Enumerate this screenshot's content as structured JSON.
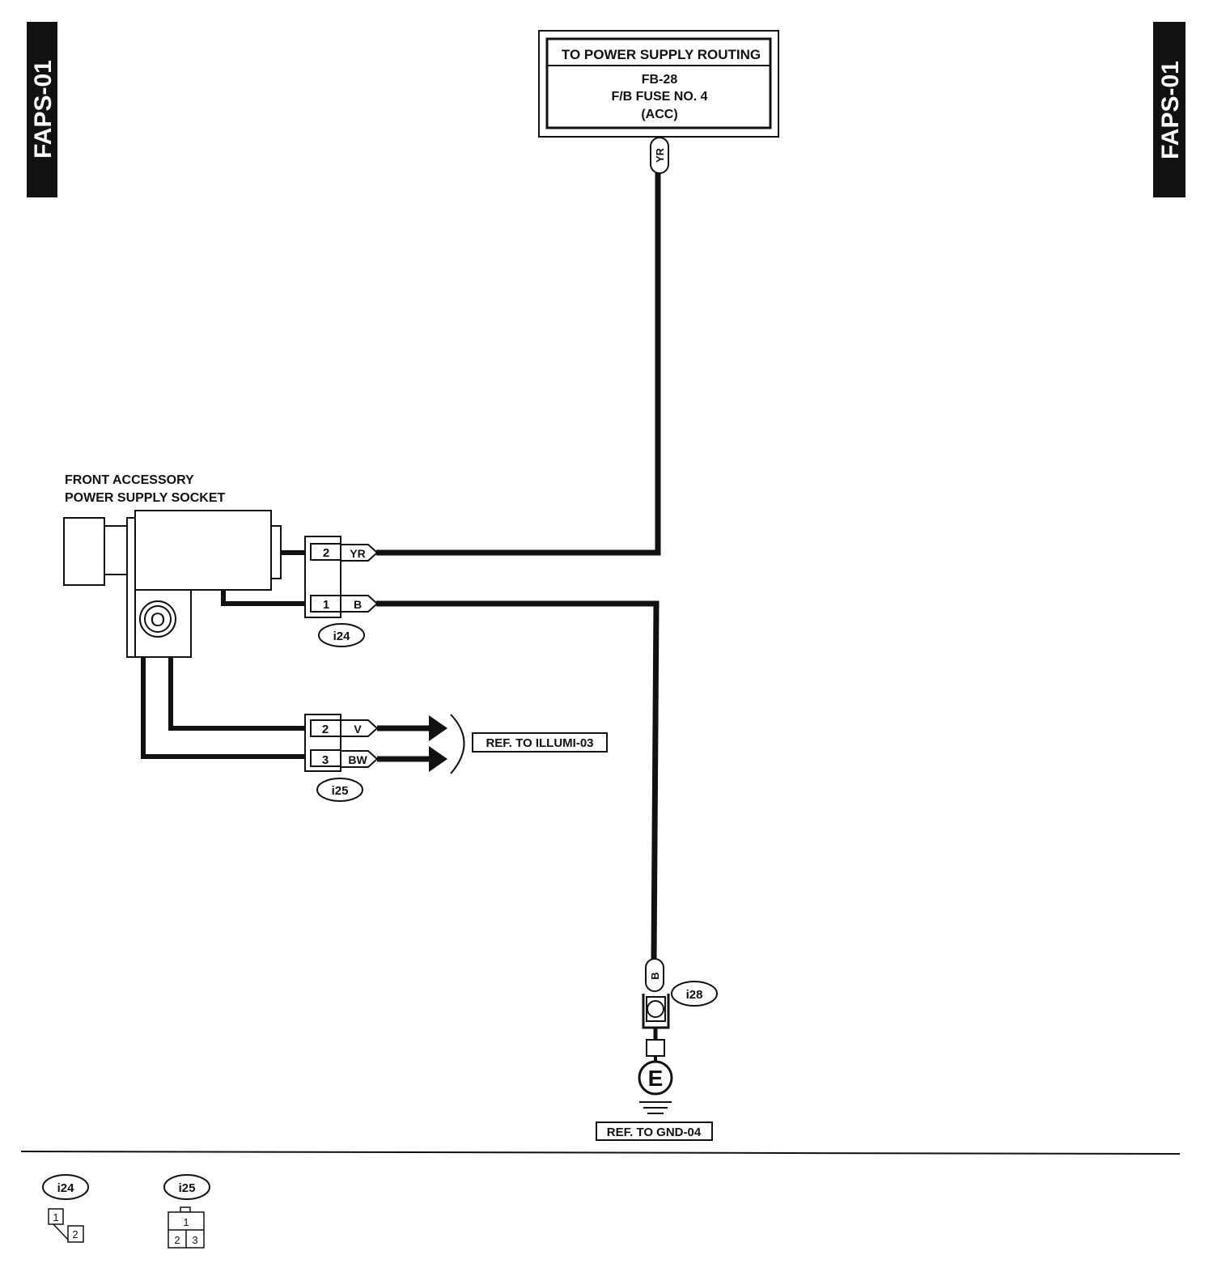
{
  "page_code": "FAPS-01",
  "power_box": {
    "title": "TO POWER SUPPLY ROUTING",
    "line1": "FB-28",
    "line2": "F/B FUSE NO. 4",
    "line3": "(ACC)"
  },
  "socket": {
    "label_line1": "FRONT ACCESSORY",
    "label_line2": "POWER SUPPLY SOCKET",
    "lamp_symbol": "O"
  },
  "connector_i24": {
    "id": "i24",
    "pins": [
      {
        "pin": "2",
        "wire": "YR"
      },
      {
        "pin": "1",
        "wire": "B"
      }
    ]
  },
  "connector_i25": {
    "id": "i25",
    "pins": [
      {
        "pin": "2",
        "wire": "V"
      },
      {
        "pin": "3",
        "wire": "BW"
      }
    ]
  },
  "feed_wire": "YR",
  "ground": {
    "wire": "B",
    "connector": "i28",
    "symbol": "E",
    "ref": "REF. TO GND-04"
  },
  "ref_illumi": "REF. TO ILLUMI-03",
  "legend": {
    "i24": {
      "id": "i24",
      "cells": [
        "1",
        "2"
      ]
    },
    "i25": {
      "id": "i25",
      "cells": [
        "1",
        "2",
        "3"
      ]
    }
  },
  "colors": {
    "ink": "#111111",
    "paper": "#ffffff"
  }
}
